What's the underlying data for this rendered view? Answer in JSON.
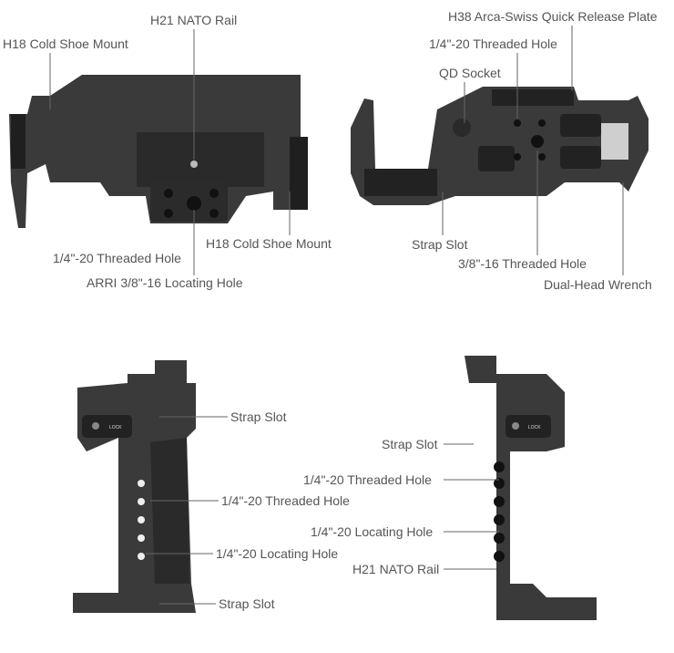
{
  "views": {
    "top_left": {
      "labels": [
        "H18 Cold Shoe Mount",
        "H21 NATO Rail",
        "1/4\"-20 Threaded Hole",
        "H18 Cold Shoe Mount",
        "ARRI 3/8\"-16 Locating Hole"
      ]
    },
    "top_right": {
      "labels": [
        "H38 Arca-Swiss Quick Release Plate",
        "1/4\"-20 Threaded Hole",
        "QD Socket",
        "Strap Slot",
        "3/8\"-16 Threaded Hole",
        "Dual-Head Wrench"
      ]
    },
    "bottom_left": {
      "labels": [
        "Strap Slot",
        "1/4\"-20 Threaded Hole",
        "1/4\"-20 Locating Hole",
        "Strap Slot"
      ],
      "lock_text": "LOCK"
    },
    "bottom_right": {
      "labels": [
        "Strap Slot",
        "1/4\"-20 Threaded Hole",
        "1/4\"-20 Locating Hole",
        "H21 NATO Rail"
      ],
      "lock_text": "LOCK"
    }
  },
  "colors": {
    "metal": "#3a3a3a",
    "metal_dark": "#1f1f1f",
    "label": "#555555",
    "leader": "#666666"
  }
}
